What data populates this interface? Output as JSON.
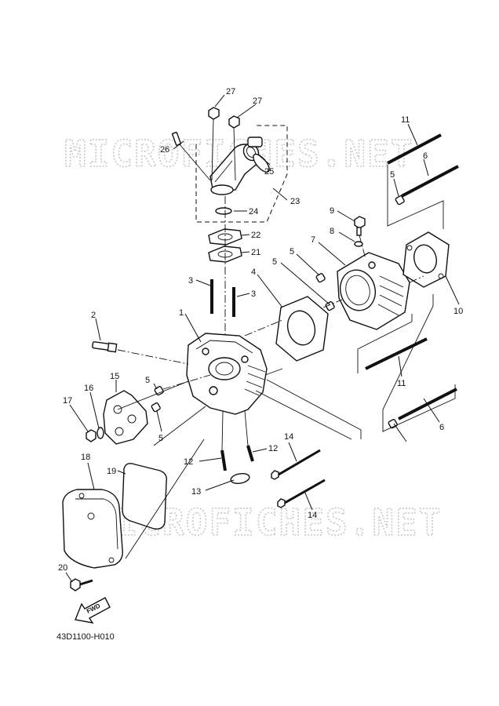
{
  "watermark": "MICROFICHES.NET",
  "diagram_code": "43D1100-H010",
  "fwd_label": "FWD",
  "callouts": {
    "c1": "1",
    "c2": "2",
    "c3a": "3",
    "c3b": "3",
    "c4": "4",
    "c5a": "5",
    "c5b": "5",
    "c5c": "5",
    "c5d": "5",
    "c5e": "5",
    "c6a": "6",
    "c6b": "6",
    "c7": "7",
    "c8": "8",
    "c9": "9",
    "c10": "10",
    "c11a": "11",
    "c11b": "11",
    "c12a": "12",
    "c12b": "12",
    "c13": "13",
    "c14a": "14",
    "c14b": "14",
    "c15": "15",
    "c16": "16",
    "c17": "17",
    "c18": "18",
    "c19": "19",
    "c20": "20",
    "c21": "21",
    "c22": "22",
    "c23": "23",
    "c24": "24",
    "c25": "25",
    "c26": "26",
    "c27a": "27",
    "c27b": "27"
  }
}
